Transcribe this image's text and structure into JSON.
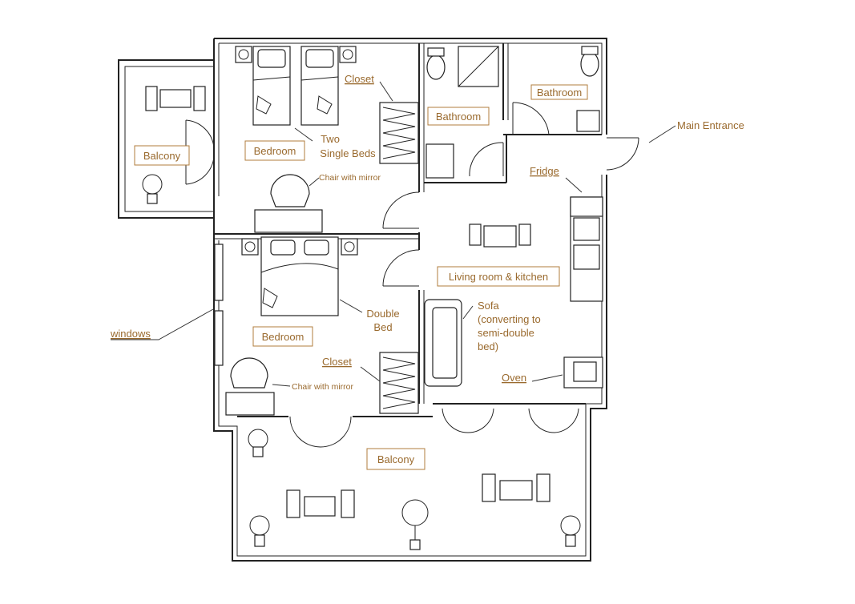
{
  "rooms": {
    "balcony_top": "Balcony",
    "bedroom_top": "Bedroom",
    "bedroom_bottom": "Bedroom",
    "bathroom_1": "Bathroom",
    "bathroom_2": "Bathroom",
    "living": "Living room & kitchen",
    "balcony_bottom": "Balcony"
  },
  "annotations": {
    "closet_top": "Closet",
    "closet_bottom": "Closet",
    "two_single_beds_1": "Two",
    "two_single_beds_2": "Single Beds",
    "chair_mirror_top": "Chair with mirror",
    "chair_mirror_bottom": "Chair with mirror",
    "double_bed_1": "Double",
    "double_bed_2": "Bed",
    "fridge": "Fridge",
    "main_entrance": "Main Entrance",
    "sofa_1": "Sofa",
    "sofa_2": "(converting to",
    "sofa_3": "semi-double",
    "sofa_4": "bed)",
    "oven": "Oven",
    "windows": "windows"
  }
}
